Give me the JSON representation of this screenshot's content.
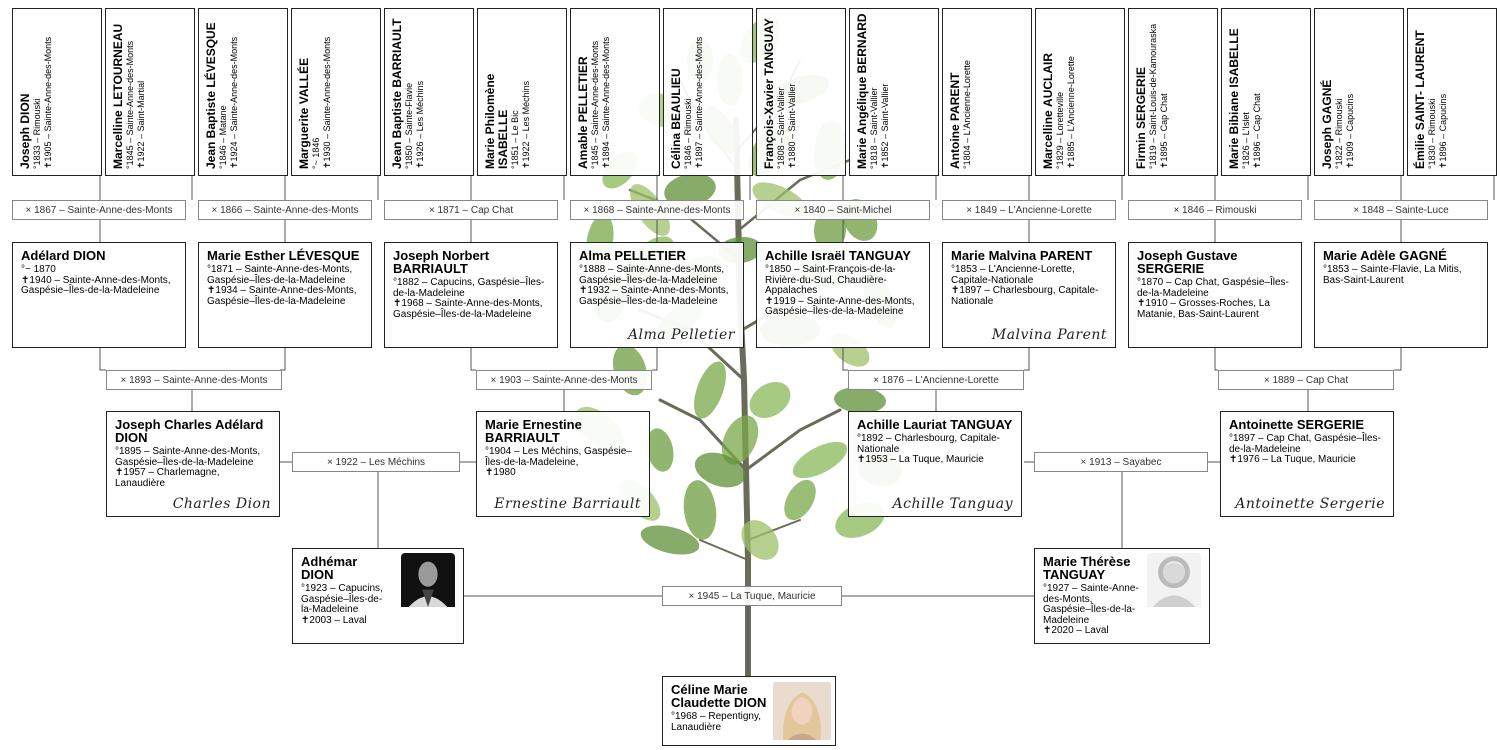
{
  "gen4": [
    {
      "given": "Joseph",
      "surname": "DION",
      "birth": "°1833 – Rimouski",
      "death": "✝1905 – Sainte-Anne-des-Monts"
    },
    {
      "given": "Marcelline",
      "surname": "LETOURNEAU",
      "birth": "°1845 – Sainte-Anne-des-Monts",
      "death": "✝1922 – Saint-Martial"
    },
    {
      "given": "Jean Baptiste",
      "surname": "LÉVESQUE",
      "birth": "°1846 – Matane",
      "death": "✝1924 – Sainte-Anne-des-Monts"
    },
    {
      "given": "Marguerite",
      "surname": "VALLÉE",
      "birth": "°~ 1846",
      "death": "✝1930 – Sainte-Anne-des-Monts"
    },
    {
      "given": "Jean Baptiste",
      "surname": "BARRIAULT",
      "birth": "°1850 – Sainte-Flavie",
      "death": "✝1926 – Les Méchins"
    },
    {
      "given": "Marie Philomène",
      "surname": "ISABELLE",
      "birth": "°1851 – Le Bic",
      "death": "✝1922 – Les Méchins"
    },
    {
      "given": "Amable",
      "surname": "PELLETIER",
      "birth": "°1845 – Sainte-Anne-des-Monts",
      "death": "✝1894 – Sainte-Anne-des-Monts"
    },
    {
      "given": "Célina",
      "surname": "BEAULIEU",
      "birth": "°1846 – Rimouski",
      "death": "✝1897 – Sainte-Anne-des-Monts"
    },
    {
      "given": "François-Xavier",
      "surname": "TANGUAY",
      "birth": "°1808 – Saint-Vallier",
      "death": "✝1880 – Saint-Vallier"
    },
    {
      "given": "Marie Angélique",
      "surname": "BERNARD",
      "birth": "°1818 – Saint-Vallier",
      "death": "✝1852 – Saint-Vallier"
    },
    {
      "given": "Antoine",
      "surname": "PARENT",
      "birth": "°1804 – L'Ancienne-Lorette",
      "death": ""
    },
    {
      "given": "Marcelline",
      "surname": "AUCLAIR",
      "birth": "°1829 – Loretteville",
      "death": "✝1885 – L'Ancienne-Lorette"
    },
    {
      "given": "Firmin",
      "surname": "SERGERIE",
      "birth": "°1819 – Saint-Louis-de-Kamouraska",
      "death": "✝1895 – Cap Chat"
    },
    {
      "given": "Marie Bibiane",
      "surname": "ISABELLE",
      "birth": "°1826 – L'Islet",
      "death": "✝1896 – Cap Chat"
    },
    {
      "given": "Joseph",
      "surname": "GAGNÉ",
      "birth": "°1822 – Rimouski",
      "death": "✝1909 – Capucins"
    },
    {
      "given": "Émilie",
      "surname": "SAINT- LAURENT",
      "birth": "°1830 – Rimouski",
      "death": "✝1896 – Capucins"
    }
  ],
  "marriages4": [
    "× 1867 – Sainte-Anne-des-Monts",
    "× 1866 – Sainte-Anne-des-Monts",
    "× 1871 – Cap Chat",
    "× 1868 – Sainte-Anne-des-Monts",
    "× 1840 – Saint-Michel",
    "× 1849 – L'Ancienne-Lorette",
    "× 1846 – Rimouski",
    "× 1848 – Sainte-Luce"
  ],
  "gen3": [
    {
      "name": "Adélard DION",
      "birth": "°~ 1870",
      "death": "✝1940 – Sainte-Anne-des-Monts, Gaspésie–Îles-de-la-Madeleine",
      "signature": ""
    },
    {
      "name": "Marie Esther LÉVESQUE",
      "birth": "°1871 – Sainte-Anne-des-Monts, Gaspésie–Îles-de-la-Madeleine",
      "death": "✝1934 – Sainte-Anne-des-Monts, Gaspésie–Îles-de-la-Madeleine",
      "signature": ""
    },
    {
      "name": "Joseph Norbert BARRIAULT",
      "birth": "°1882 – Capucins, Gaspésie–Îles-de-la-Madeleine",
      "death": "✝1968 – Sainte-Anne-des-Monts, Gaspésie–Îles-de-la-Madeleine",
      "signature": ""
    },
    {
      "name": "Alma PELLETIER",
      "birth": "°1888 – Sainte-Anne-des-Monts, Gaspésie–Îles-de-la-Madeleine",
      "death": "✝1932 – Sainte-Anne-des-Monts, Gaspésie–Îles-de-la-Madeleine",
      "signature": "Alma Pelletier"
    },
    {
      "name": "Achille Israël TANGUAY",
      "birth": "°1850 – Saint-François-de-la-Rivière-du-Sud, Chaudière-Appalaches",
      "death": "✝1919 – Sainte-Anne-des-Monts, Gaspésie–Îles-de-la-Madeleine",
      "signature": ""
    },
    {
      "name": "Marie Malvina PARENT",
      "birth": "°1853 – L'Ancienne-Lorette, Capitale-Nationale",
      "death": "✝1897 – Charlesbourg, Capitale-Nationale",
      "signature": "Malvina Parent"
    },
    {
      "name": "Joseph Gustave SERGERIE",
      "birth": "°1870 – Cap Chat, Gaspésie–Îles-de-la-Madeleine",
      "death": "✝1910 – Grosses-Roches, La Matanie, Bas-Saint-Laurent",
      "signature": ""
    },
    {
      "name": "Marie Adèle GAGNÉ",
      "birth": "°1853 – Sainte-Flavie, La Mitis, Bas-Saint-Laurent",
      "death": "",
      "signature": ""
    }
  ],
  "marriages3": [
    "× 1893 – Sainte-Anne-des-Monts",
    "× 1903 – Sainte-Anne-des-Monts",
    "× 1876 – L'Ancienne-Lorette",
    "× 1889 – Cap Chat"
  ],
  "gen2": [
    {
      "name": "Joseph Charles Adélard DION",
      "birth": "°1895 – Sainte-Anne-des-Monts, Gaspésie–Îles-de-la-Madeleine",
      "death": "✝1957 – Charlemagne, Lanaudière",
      "signature": "Charles Dion"
    },
    {
      "name": "Marie Ernestine BARRIAULT",
      "birth": "°1904 – Les Méchins, Gaspésie–Îles-de-la-Madeleine,",
      "death": "✝1980",
      "signature": "Ernestine Barriault"
    },
    {
      "name": "Achille Lauriat TANGUAY",
      "birth": "°1892 – Charlesbourg, Capitale-Nationale",
      "death": "✝1953 – La Tuque, Mauricie",
      "signature": "Achille Tanguay"
    },
    {
      "name": "Antoinette SERGERIE",
      "birth": "°1897 – Cap Chat, Gaspésie–Îles-de-la-Madeleine",
      "death": "✝1976 – La Tuque, Mauricie",
      "signature": "Antoinette Sergerie"
    }
  ],
  "marriages2": [
    "× 1922 – Les Méchins",
    "× 1913 – Sayabec"
  ],
  "gen1": [
    {
      "name": "Adhémar DION",
      "birth": "°1923 – Capucins, Gaspésie–Îles-de-la-Madeleine",
      "death": "✝2003 – Laval"
    },
    {
      "name": "Marie Thérèse TANGUAY",
      "birth": "°1927 – Sainte-Anne-des-Monts, Gaspésie–Îles-de-la-Madeleine",
      "death": "✝2020 – Laval"
    }
  ],
  "marriage1": "× 1945 – La Tuque, Mauricie",
  "root": {
    "name": "Céline Marie Claudette DION",
    "birth": "°1968 – Repentigny, Lanaudière"
  },
  "colors": {
    "leaf": "#7aa84a",
    "leaf_dark": "#4f7d2c",
    "trunk": "#6b6b5a"
  }
}
